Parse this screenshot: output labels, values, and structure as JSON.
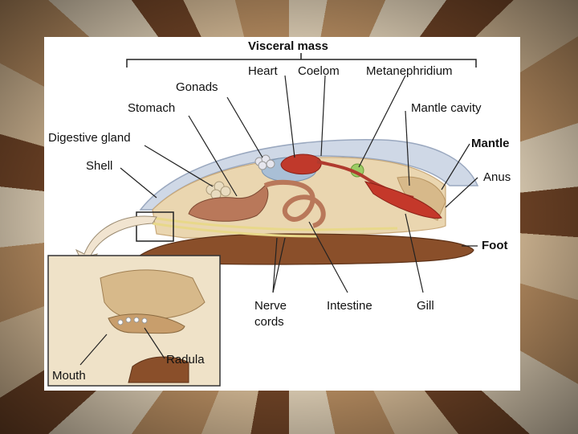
{
  "diagram": {
    "labels": {
      "visceral_mass": "Visceral mass",
      "heart": "Heart",
      "coelom": "Coelom",
      "metanephridium": "Metanephridium",
      "gonads": "Gonads",
      "stomach": "Stomach",
      "mantle_cavity": "Mantle cavity",
      "digestive_gland": "Digestive gland",
      "mantle": "Mantle",
      "shell": "Shell",
      "anus": "Anus",
      "foot": "Foot",
      "nerve_cords_1": "Nerve",
      "nerve_cords_2": "cords",
      "intestine": "Intestine",
      "gill": "Gill",
      "radula": "Radula",
      "mouth": "Mouth"
    },
    "colors": {
      "shell": "#cfd8e6",
      "mantle": "#e8cfa6",
      "foot": "#8a4f2a",
      "organs": "#b9785a",
      "gill": "#c4382a",
      "heart": "#c0392b",
      "coelom": "#a9bfd6",
      "nerve": "#e8d88a"
    }
  }
}
